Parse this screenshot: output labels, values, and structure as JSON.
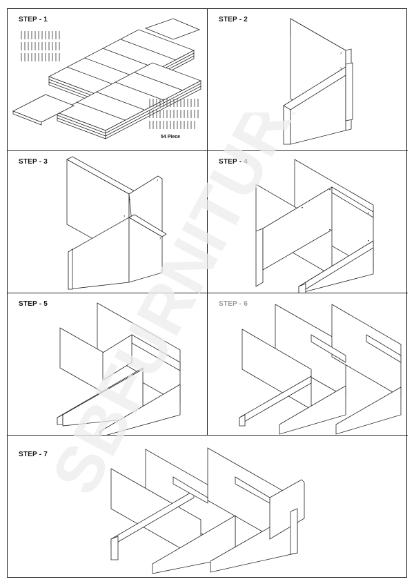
{
  "steps": [
    {
      "label": "STEP - 1"
    },
    {
      "label": "STEP - 2"
    },
    {
      "label": "STEP - 3"
    },
    {
      "label": "STEP - 4"
    },
    {
      "label": "STEP - 5"
    },
    {
      "label": "STEP - 6"
    },
    {
      "label": "STEP - 7"
    }
  ],
  "parts_note": "54 Piece",
  "watermark": "SBFURNITURE",
  "colors": {
    "line": "#222222",
    "panel": "#ffffff",
    "watermark": "#ececec"
  }
}
